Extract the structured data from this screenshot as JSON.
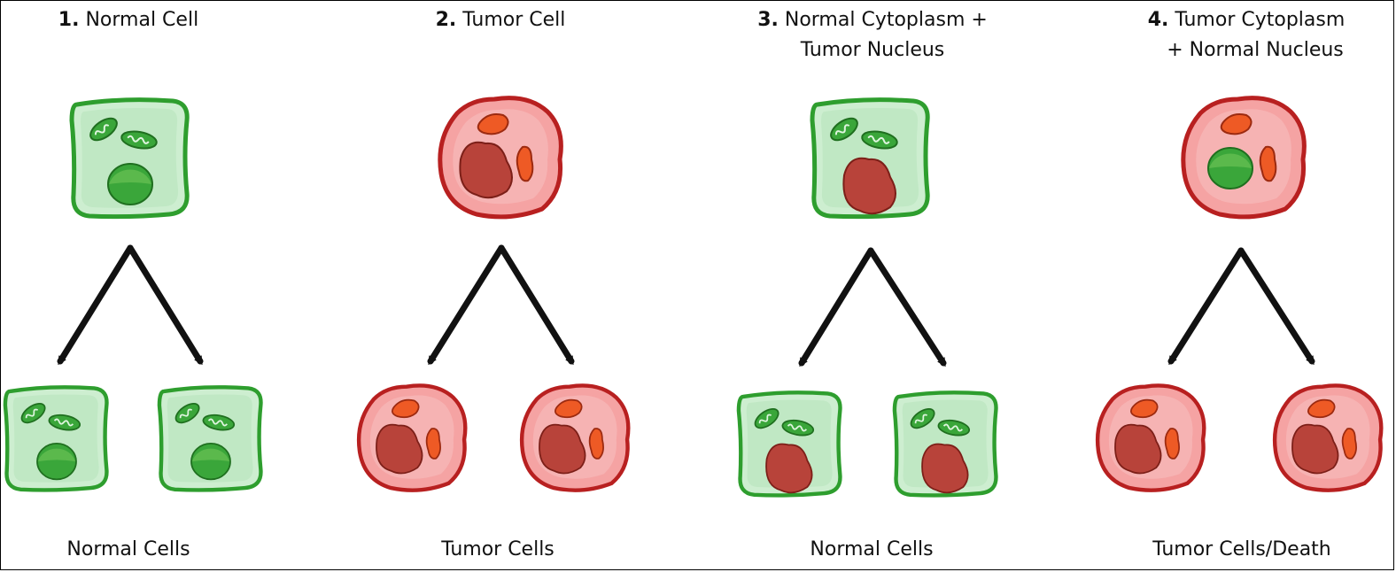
{
  "colors": {
    "normal_outline": "#2e9e2e",
    "normal_fill": "#cdeed0",
    "normal_fill_dark": "#a9dcae",
    "normal_nucleus": "#3aa63a",
    "tumor_outline": "#b82020",
    "tumor_fill": "#f5a3a3",
    "tumor_nucleus": "#b8433a",
    "tumor_organelle": "#ee5a25",
    "arrow": "#111111"
  },
  "panels": [
    {
      "number": "1.",
      "title_line1": "Normal Cell",
      "title_line2": "",
      "cytoplasm": "normal",
      "nucleus": "normal",
      "daughter_cytoplasm": "normal",
      "daughter_nucleus": "normal",
      "result_label": "Normal Cells"
    },
    {
      "number": "2.",
      "title_line1": "Tumor Cell",
      "title_line2": "",
      "cytoplasm": "tumor",
      "nucleus": "tumor",
      "daughter_cytoplasm": "tumor",
      "daughter_nucleus": "tumor",
      "result_label": "Tumor Cells"
    },
    {
      "number": "3.",
      "title_line1": "Normal Cytoplasm +",
      "title_line2": "Tumor Nucleus",
      "cytoplasm": "normal",
      "nucleus": "tumor",
      "daughter_cytoplasm": "normal",
      "daughter_nucleus": "tumor",
      "result_label": "Normal Cells"
    },
    {
      "number": "4.",
      "title_line1": "Tumor Cytoplasm",
      "title_line2": "+ Normal Nucleus",
      "cytoplasm": "tumor",
      "nucleus": "normal",
      "daughter_cytoplasm": "tumor",
      "daughter_nucleus": "tumor",
      "result_label": "Tumor Cells/Death"
    }
  ]
}
